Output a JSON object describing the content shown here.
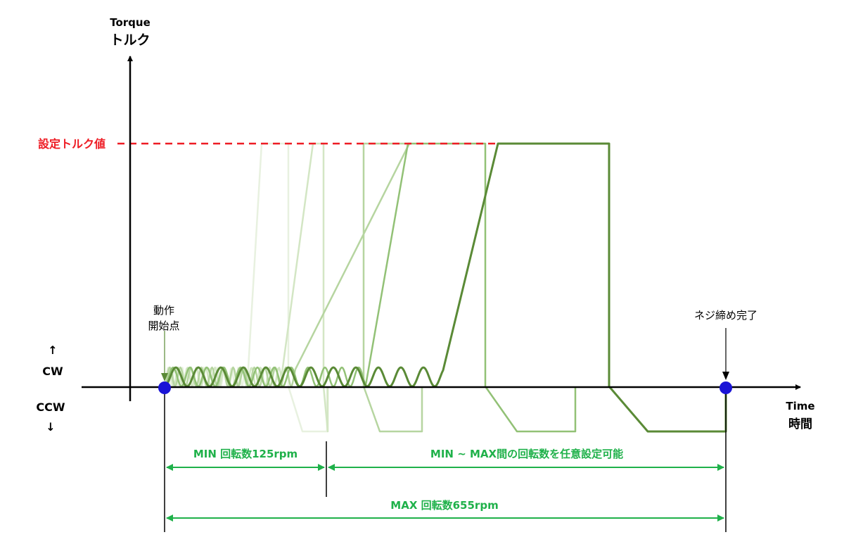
{
  "axes": {
    "y_title_en": "Torque",
    "y_title_ja": "トルク",
    "x_title_en": "Time",
    "x_title_ja": "時間",
    "cw_arrow": "↑",
    "cw_label": "CW",
    "ccw_label": "CCW",
    "ccw_arrow": "↓"
  },
  "set_torque_label": "設定トルク値",
  "start_point": {
    "line1": "動作",
    "line2": "開始点"
  },
  "end_point": {
    "label": "ネジ締め完了"
  },
  "ranges": {
    "min_speed": "MIN 回転数125rpm",
    "adjustable": "MIN ~ MAX間の回転数を任意設定可能",
    "max_speed": "MAX 回転数655rpm"
  },
  "colors": {
    "set_torque_line": "#ee1c24",
    "dimension_arrows": "#1fb14a",
    "point_markers": "#1a14d6",
    "darkest_curve": "#5a8a36",
    "lighter_curves": [
      "#e8f1e0",
      "#d3e6c4",
      "#b6d5a0",
      "#92c176"
    ]
  }
}
